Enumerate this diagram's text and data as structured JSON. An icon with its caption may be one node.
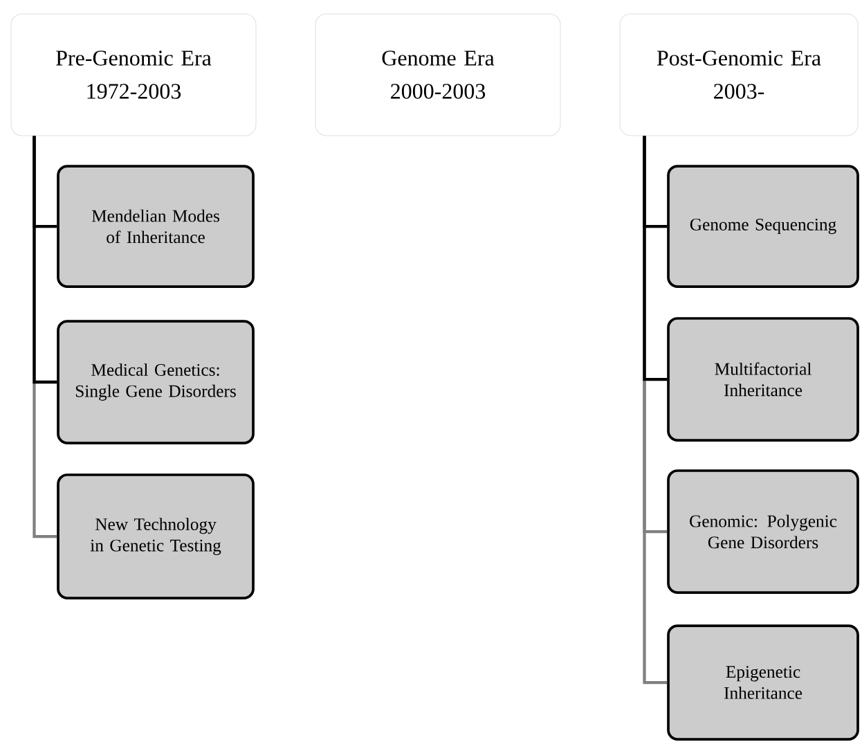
{
  "diagram": {
    "nodes": [
      {
        "text": [
          "Pre-Genomic Era",
          "1972-2003"
        ]
      },
      {
        "text": [
          "Genome Era",
          "2000-2003"
        ]
      },
      {
        "text": [
          "Post-Genomic Era",
          "2003-"
        ]
      },
      {
        "text": [
          "Mendelian Modes of Inheritance"
        ]
      },
      {
        "text": [
          "Medical Genetics: Single Gene Disorders"
        ]
      },
      {
        "text": [
          "New Technology in Genetic Testing"
        ]
      },
      {
        "text": [
          "Genome Sequencing"
        ]
      },
      {
        "text": [
          "Multifactorial Inheritance"
        ]
      },
      {
        "text": [
          "Genomic: Polygenic Gene Disorders"
        ]
      },
      {
        "text": [
          "Epigenetic Inheritance"
        ]
      }
    ],
    "edges": [
      {
        "from": 0,
        "to": 3,
        "arrow": "none"
      },
      {
        "from": 0,
        "to": 4,
        "arrow": "none"
      },
      {
        "from": 0,
        "to": 5,
        "arrow": "none",
        "color": "#808080"
      },
      {
        "from": 2,
        "to": 6,
        "arrow": "none"
      },
      {
        "from": 2,
        "to": 7,
        "arrow": "none"
      },
      {
        "from": 2,
        "to": 8,
        "arrow": "none",
        "color": "#808080"
      },
      {
        "from": 2,
        "to": 9,
        "arrow": "none",
        "color": "#808080"
      }
    ]
  }
}
